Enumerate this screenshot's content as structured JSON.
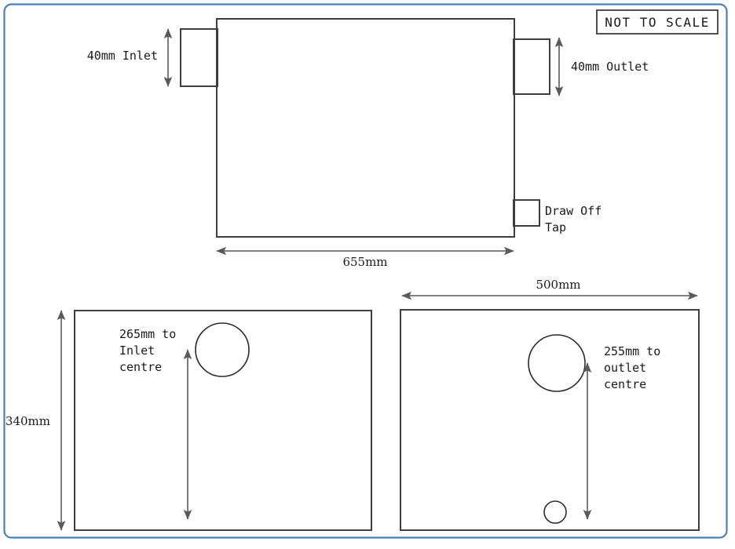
{
  "drawing": {
    "note_box": {
      "text": "NOT TO SCALE"
    },
    "top_view": {
      "inlet_label": "40mm Inlet",
      "outlet_label": "40mm Outlet",
      "drawoff_label_line1": "Draw Off",
      "drawoff_label_line2": "Tap",
      "length_dimension": "655mm"
    },
    "left_panel": {
      "height_dimension": "340mm",
      "inlet_note_line1": "265mm to",
      "inlet_note_line2": "Inlet",
      "inlet_note_line3": "centre"
    },
    "right_panel": {
      "width_dimension": "500mm",
      "outlet_note_line1": "255mm to",
      "outlet_note_line2": "outlet",
      "outlet_note_line3": "centre"
    },
    "colors": {
      "frame": "#4a7ebb",
      "outline": "#3d3d3d",
      "dimension": "#5a5a5a",
      "text": "#1a1a1a",
      "background": "#ffffff"
    }
  }
}
